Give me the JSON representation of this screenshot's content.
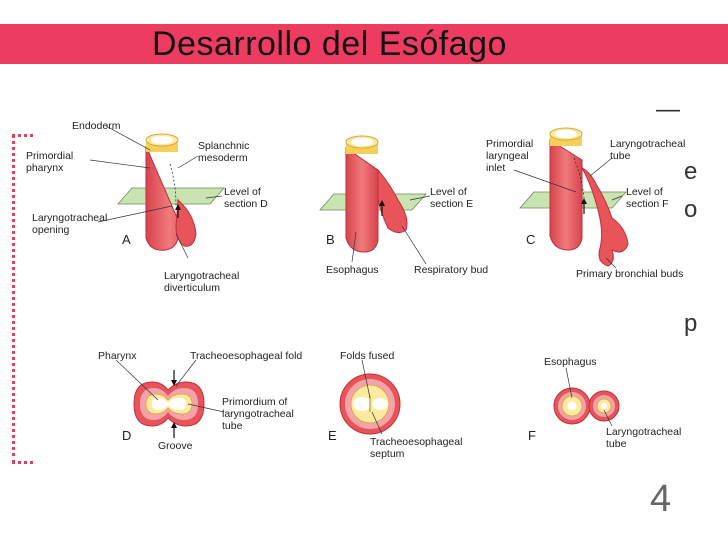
{
  "title": "Desarrollo del Esófago",
  "page_number": "4",
  "edge_text": {
    "dash": "—",
    "e": "e",
    "o": "o",
    "p": "p"
  },
  "panels": {
    "A": {
      "letter": "A",
      "endoderm": "Endoderm",
      "primordial_pharynx": [
        "Primordial",
        "pharynx"
      ],
      "splanchnic_mesoderm": [
        "Splanchnic",
        "mesoderm"
      ],
      "level": [
        "Level of",
        "section D"
      ],
      "laryngotracheal_opening": [
        "Laryngotracheal",
        "opening"
      ],
      "laryngotracheal_diverticulum": [
        "Laryngotracheal",
        "diverticulum"
      ]
    },
    "B": {
      "letter": "B",
      "level": [
        "Level of",
        "section E"
      ],
      "esophagus": "Esophagus",
      "respiratory_bud": "Respiratory bud"
    },
    "C": {
      "letter": "C",
      "primordial_laryngeal_inlet": [
        "Primordial",
        "laryngeal",
        "inlet"
      ],
      "laryngotracheal_tube": [
        "Laryngotracheal",
        "tube"
      ],
      "level": [
        "Level of",
        "section F"
      ],
      "primary_bronchial_buds": "Primary bronchial buds"
    },
    "D": {
      "letter": "D",
      "pharynx": "Pharynx",
      "tracheoesophageal_fold": "Tracheoesophageal fold",
      "primordium": [
        "Primordium of",
        "laryngotracheal",
        "tube"
      ],
      "groove": "Groove"
    },
    "E": {
      "letter": "E",
      "folds_fused": "Folds fused",
      "septum": [
        "Tracheoesophageal",
        "septum"
      ]
    },
    "F": {
      "letter": "F",
      "esophagus": "Esophagus",
      "laryngotracheal_tube": [
        "Laryngotracheal",
        "tube"
      ]
    }
  },
  "colors": {
    "title_bar": "#ee3b62",
    "tissue_red": "#e8545a",
    "tissue_pink": "#f4a3a8",
    "endoderm_yellow": "#fbeaa0",
    "lumen_white": "#ffffff",
    "plane_green": "#c9e3b1"
  }
}
